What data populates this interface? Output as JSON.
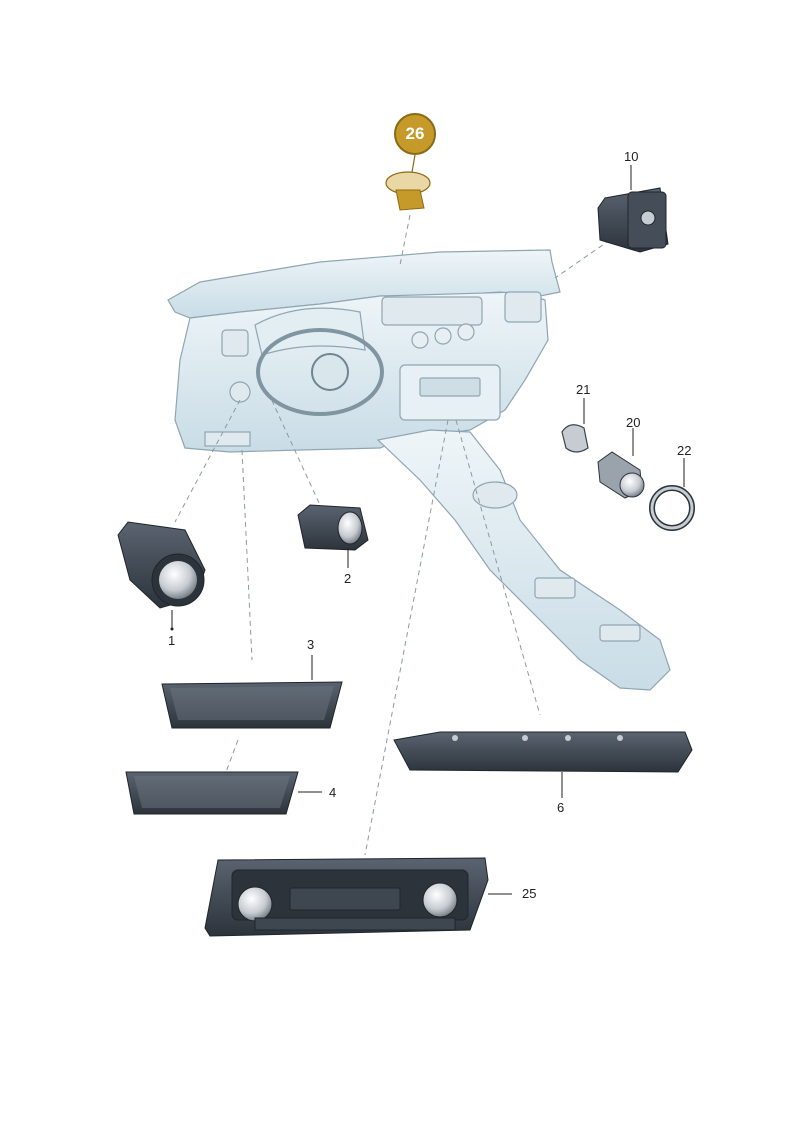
{
  "highlight_color": "#c59a2a",
  "dash_color": "#d6e6ee",
  "part_color": "#3a4450",
  "badge": {
    "label": "26"
  },
  "labels": {
    "p1": "1",
    "p2": "2",
    "p3": "3",
    "p4": "4",
    "p6": "6",
    "p10": "10",
    "p20": "20",
    "p21": "21",
    "p22": "22",
    "p25": "25"
  }
}
